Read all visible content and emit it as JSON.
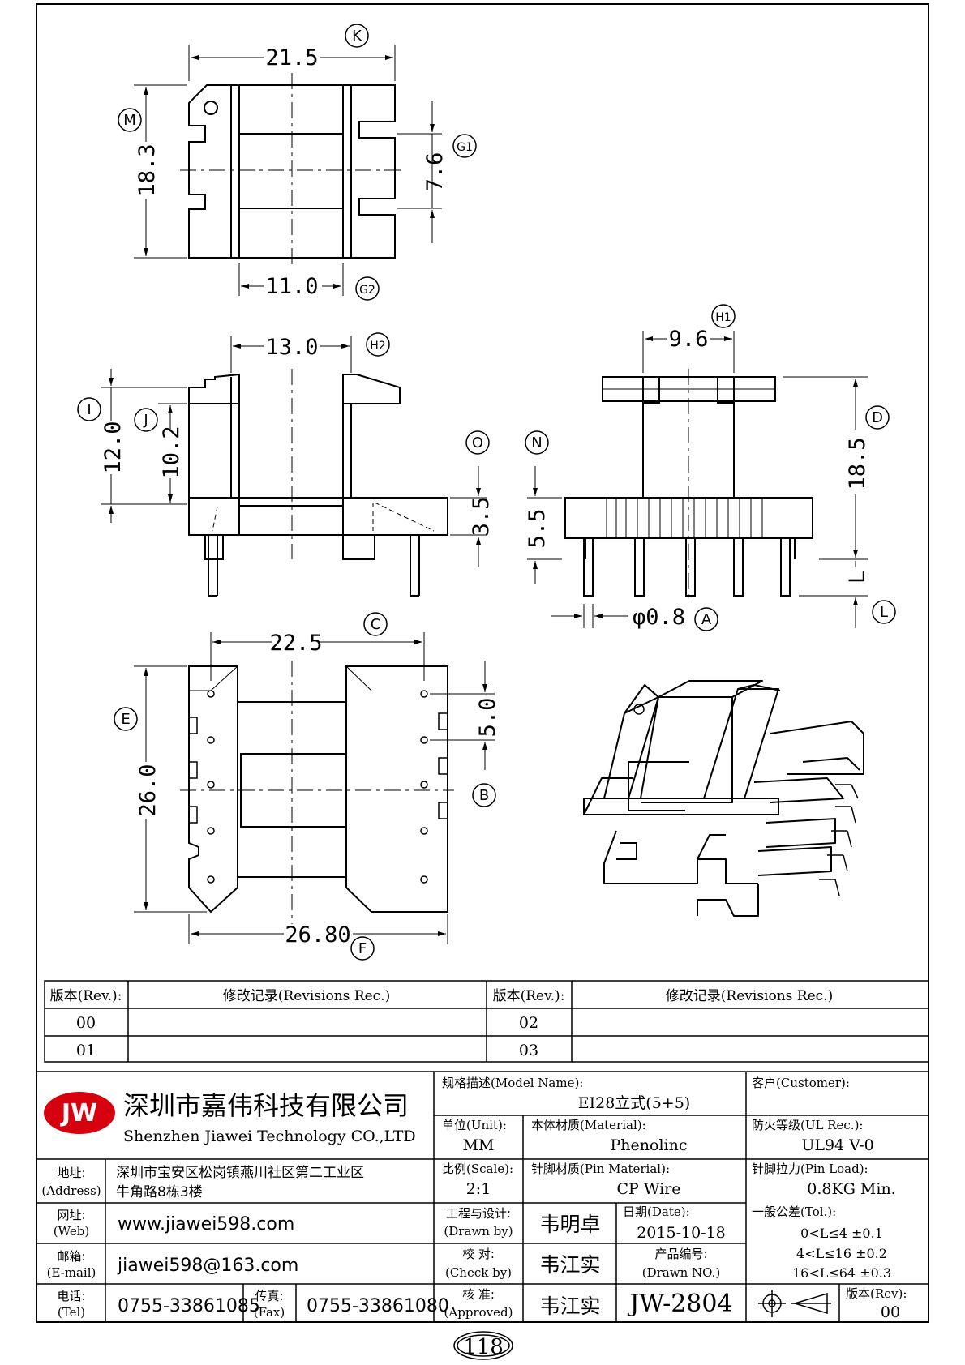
{
  "drawing": {
    "top_view": {
      "K": "21.5",
      "M": "18.3",
      "G1": "7.6",
      "G2": "11.0",
      "labels": {
        "K": "K",
        "M": "M",
        "G1": "G1",
        "G2": "G2"
      }
    },
    "side_view": {
      "H2": "13.0",
      "I": "12.0",
      "J": "10.2",
      "O": "3.5",
      "labels": {
        "H2": "H2",
        "I": "I",
        "J": "J",
        "O": "O"
      }
    },
    "front_view": {
      "H1": "9.6",
      "D": "18.5",
      "N": "5.5",
      "L": "L",
      "A": "φ0.8",
      "labels": {
        "H1": "H1",
        "D": "D",
        "N": "N",
        "L": "L",
        "A": "A"
      }
    },
    "bottom_view": {
      "C": "22.5",
      "E": "26.0",
      "B": "5.0",
      "F": "26.80",
      "labels": {
        "C": "C",
        "E": "E",
        "B": "B",
        "F": "F"
      }
    }
  },
  "revisions": {
    "col_rev": "版本(Rev.):",
    "col_rec": "修改记录(Revisions Rec.)",
    "left_rows": [
      "00",
      "01"
    ],
    "right_rows": [
      "02",
      "03"
    ]
  },
  "title_block": {
    "logo": "JW",
    "company_cn": "深圳市嘉伟科技有限公司",
    "company_en": "Shenzhen Jiawei Technology CO.,LTD",
    "model_label": "规格描述(Model Name):",
    "model_value": "EI28立式(5+5)",
    "customer_label": "客户(Customer):",
    "customer_value": "",
    "unit_label": "单位(Unit):",
    "unit_value": "MM",
    "material_label": "本体材质(Material):",
    "material_value": "Phenolinc",
    "ul_label": "防火等级(UL Rec.):",
    "ul_value": "UL94 V-0",
    "address_label_cn": "地址:",
    "address_label_en": "(Address)",
    "address_line1": "深圳市宝安区松岗镇燕川社区第二工业区",
    "address_line2": "牛角路8栋3楼",
    "scale_label": "比例(Scale):",
    "scale_value": "2:1",
    "pin_material_label": "针脚材质(Pin Material):",
    "pin_material_value": "CP Wire",
    "pin_load_label": "针脚拉力(Pin Load):",
    "pin_load_value": "0.8KG Min.",
    "web_label_cn": "网址:",
    "web_label_en": "(Web)",
    "web_value": "www.jiawei598.com",
    "drawn_label_cn": "工程与设计:",
    "drawn_label_en": "(Drawn by)",
    "drawn_value": "韦明卓",
    "date_label": "日期(Date):",
    "date_value": "2015-10-18",
    "tol_label": "一般公差(Tol.):",
    "tol_rows": [
      "0<L≤4  ±0.1",
      "4<L≤16  ±0.2",
      "16<L≤64 ±0.3"
    ],
    "email_label_cn": "邮箱:",
    "email_label_en": "(E-mail)",
    "email_value": "jiawei598@163.com",
    "check_label_cn": "校  对:",
    "check_label_en": "(Check by)",
    "check_value": "韦江实",
    "product_no_label_cn": "产品编号:",
    "product_no_label_en": "(Drawn NO.)",
    "tel_label_cn": "电话:",
    "tel_label_en": "(Tel)",
    "tel_value": "0755-33861085",
    "fax_label_cn": "传真:",
    "fax_label_en": "(Fax)",
    "fax_value": "0755-33861080",
    "approved_label_cn": "核  准:",
    "approved_label_en": "(Approved)",
    "approved_value": "韦江实",
    "drawing_no": "JW-2804",
    "rev_label": "版本(Rev):",
    "rev_value": "00"
  },
  "page_number": "118"
}
